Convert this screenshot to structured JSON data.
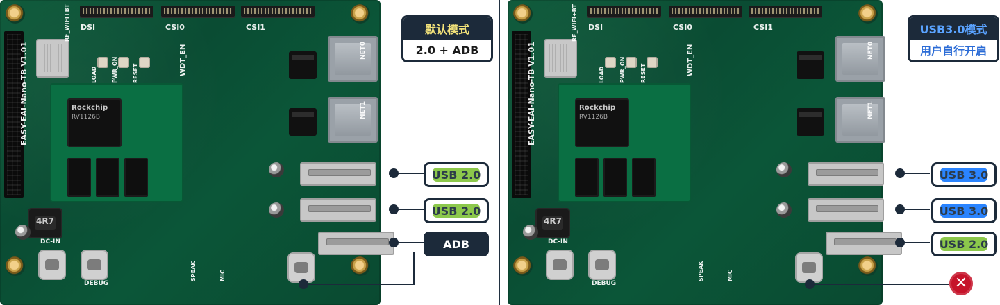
{
  "left": {
    "box": {
      "title": "默认模式",
      "subtitle": "2.0 + ADB"
    },
    "tags": [
      {
        "text": "USB 2.0",
        "style": "green"
      },
      {
        "text": "USB 2.0",
        "style": "green"
      },
      {
        "text": "ADB",
        "style": "solid"
      }
    ]
  },
  "right": {
    "box": {
      "title": "USB3.0模式",
      "subtitle": "用户自行开启"
    },
    "tags": [
      {
        "text": "USB 3.0",
        "style": "blue"
      },
      {
        "text": "USB 3.0",
        "style": "blue"
      },
      {
        "text": "USB 2.0",
        "style": "green"
      }
    ],
    "disabled_mark": "✕"
  },
  "board": {
    "silkscreen": {
      "title": "EASY-EAI-Nano-TB V1.01",
      "dsi": "DSI",
      "csi0": "CSI0",
      "csi1": "CSI1",
      "wdt_en": "WDT_EN",
      "net0": "NET0",
      "net1": "NET1",
      "dc_in": "DC-IN",
      "debug": "DEBUG",
      "speak": "SPEAK",
      "mic": "MIC",
      "load": "LOAD",
      "pwr_on": "PWR_ON",
      "reset": "RESET",
      "rf_wifi_bt": "RF_WIFI+BT"
    },
    "chip": {
      "brand": "Rockchip",
      "part": "RV1126B"
    },
    "inductor_marking": "4R7",
    "colors": {
      "pcb": "#0b5638",
      "accent_dark": "#1c2a3a",
      "usb2_green": "#8cc84b",
      "usb3_blue": "#2a84ff",
      "x_red": "#c6132a"
    }
  }
}
